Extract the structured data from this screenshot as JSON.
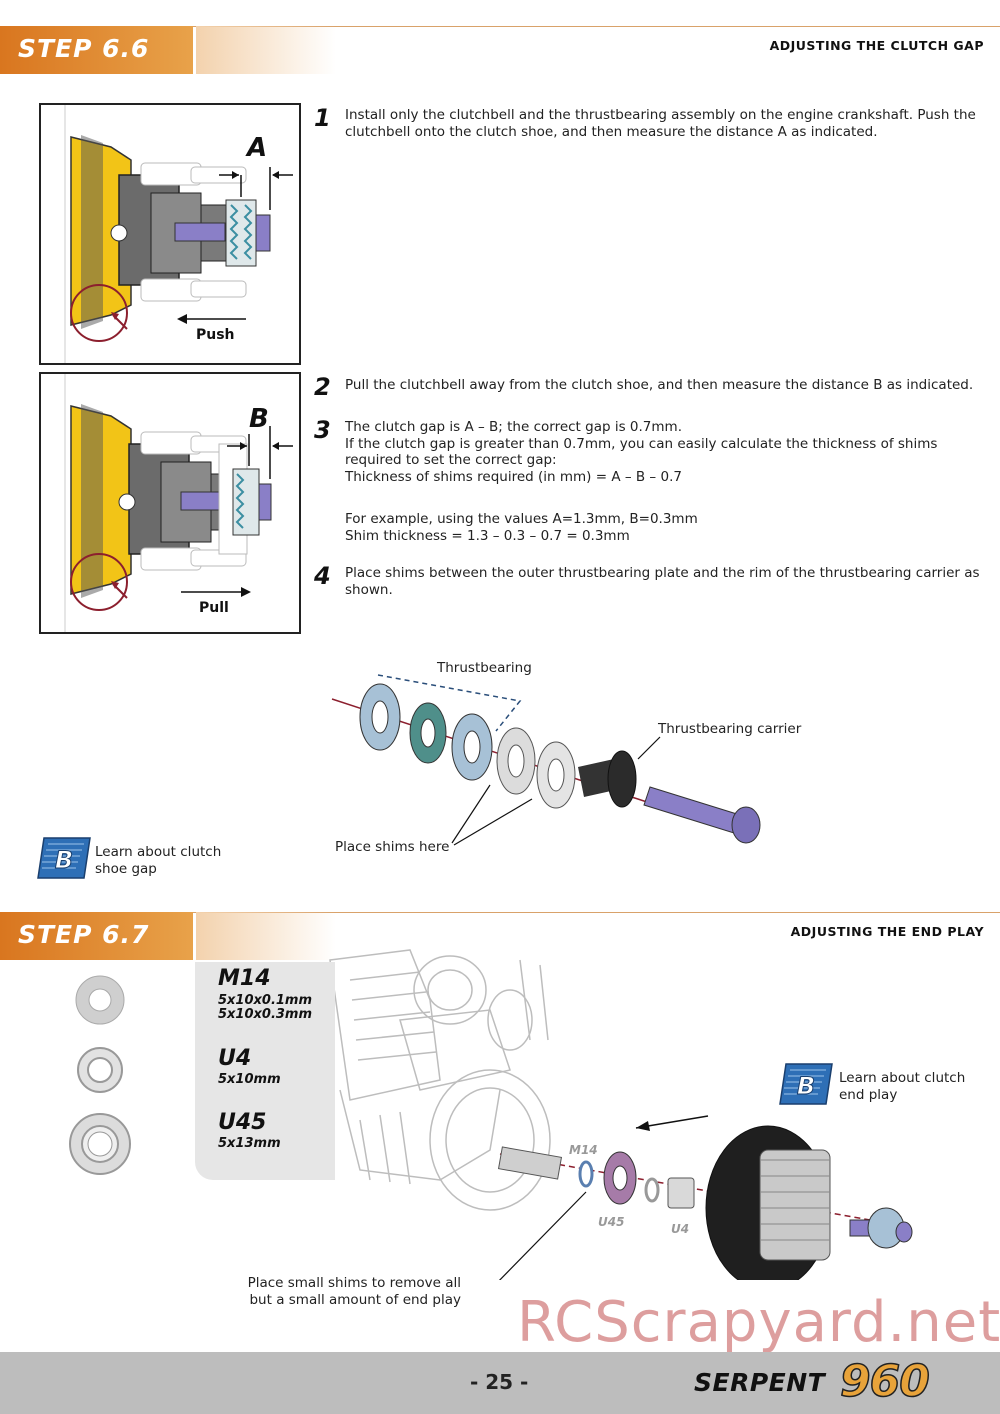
{
  "step66": {
    "label": "STEP 6.6",
    "heading": "ADJUSTING THE CLUTCH GAP",
    "fig1": {
      "letter": "A",
      "action": "Push"
    },
    "fig2": {
      "letter": "B",
      "action": "Pull"
    },
    "instructions": [
      {
        "num": "1",
        "text": "Install only the clutchbell and the thrustbearing assembly on the engine crankshaft. Push the clutchbell onto the clutch shoe, and then measure the distance A as indicated."
      },
      {
        "num": "2",
        "text": "Pull the clutchbell away from the clutch shoe, and then measure the distance B as indicated."
      },
      {
        "num": "3",
        "lines": [
          "The clutch gap is A – B; the correct gap is 0.7mm.",
          "If the clutch gap is greater than 0.7mm, you can easily calculate the thickness of shims required to set the correct gap:",
          "Thickness of shims required (in mm) = A – B – 0.7"
        ],
        "example": [
          "For example, using the values A=1.3mm, B=0.3mm",
          "Shim thickness = 1.3 – 0.3 – 0.7 = 0.3mm"
        ]
      },
      {
        "num": "4",
        "text": "Place shims between the outer thrustbearing plate and the rim of the thrustbearing carrier as shown."
      }
    ],
    "callouts": {
      "thrustbearing": "Thrustbearing",
      "carrier": "Thrustbearing carrier",
      "shims": "Place shims here"
    },
    "learn": "Learn about clutch shoe gap"
  },
  "step67": {
    "label": "STEP 6.7",
    "heading": "ADJUSTING THE END PLAY",
    "parts": [
      {
        "code": "M14",
        "sizes": [
          "5x10x0.1mm",
          "5x10x0.3mm"
        ]
      },
      {
        "code": "U4",
        "sizes": [
          "5x10mm"
        ]
      },
      {
        "code": "U45",
        "sizes": [
          "5x13mm"
        ]
      }
    ],
    "diagram_labels": {
      "m14": "M14",
      "u45": "U45",
      "u4": "U4"
    },
    "learn": "Learn about clutch end play",
    "note": "Place small shims to remove all but a small amount of end play"
  },
  "footer": {
    "page": "- 25 -",
    "brand": "SERPENT",
    "model": "960"
  },
  "watermark": "RCScrapyard.net",
  "icon_letter": "B",
  "colors": {
    "accent": "#d9761f",
    "bearing_yellow": "#f2c417",
    "axis_red": "#8c1f2e",
    "bolt_purple": "#8a7fc7"
  }
}
